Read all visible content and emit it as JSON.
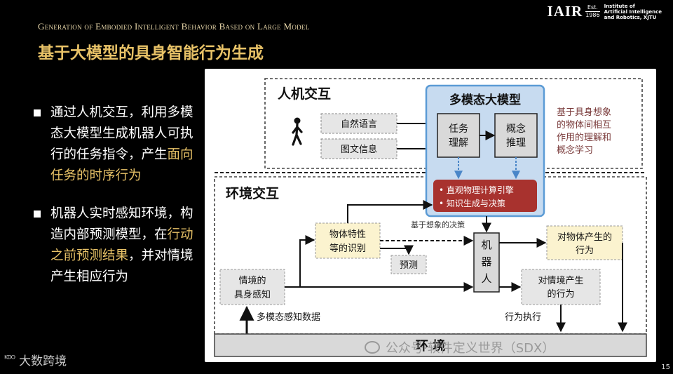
{
  "slide": {
    "subtitle": "Generation of Embodied Intelligent Behavior Based on Large Model",
    "title": "基于大模型的具身智能行为生成",
    "page_number": "15"
  },
  "logo": {
    "mark": "IAIR",
    "est_label": "Est.",
    "est_year": "1986",
    "inst_line1": "Institute of",
    "inst_line2": "Artificial Intelligence",
    "inst_line3": "and Robotics, XJTU"
  },
  "bullets": [
    {
      "parts": [
        "通过人机交互，利用多模态大模型生成机器人可执行的任务指令，产生",
        "面向任务的时序行为"
      ]
    },
    {
      "parts": [
        "机器人实时感知环境，构造内部预测模型，在",
        "行动之前预测结果",
        "，并对情境产生相应行为"
      ]
    }
  ],
  "diagram": {
    "hci_label": "人机交互",
    "env_label": "环境交互",
    "nl_box": "自然语言",
    "img_text_box": "图文信息",
    "mm_model_title": "多模态大模型",
    "task_line1": "任务",
    "task_line2": "理解",
    "concept_line1": "概念",
    "concept_line2": "推理",
    "phys_item1": "直观物理计算引擎",
    "phys_item2": "知识生成与决策",
    "imag_note": "基于具身想象的物体间相互作用的理解和概念学习",
    "imag_note_lines": [
      "基于具身想象",
      "的物体间相互",
      "作用的理解和",
      "概念学习"
    ],
    "decision_label": "基于想象的决策",
    "obj_recog_line1": "物体特性",
    "obj_recog_line2": "等的识别",
    "predict_box": "预测",
    "robot_chars": [
      "机",
      "器",
      "人"
    ],
    "obj_action_line1": "对物体产生的",
    "obj_action_line2": "行为",
    "context_perc_line1": "情境的",
    "context_perc_line2": "具身感知",
    "context_action_line1": "对情境产生",
    "context_action_line2": "的行为",
    "mm_data_label": "多模态感知数据",
    "exec_label": "行为执行",
    "env_bar_text": "环 境"
  },
  "watermarks": {
    "bottom_left": "大数跨境",
    "bottom_right": "公众号·软件定义世界（SDX）"
  },
  "colors": {
    "title_gold": "#e8c267",
    "model_blue_fill": "#c7dbf0",
    "model_blue_border": "#5b9bd5",
    "phys_red": "#a8322e",
    "note_brown": "#7a3b3b",
    "cream_box": "#fbf3cf",
    "gray_box": "#e6e6e6"
  }
}
